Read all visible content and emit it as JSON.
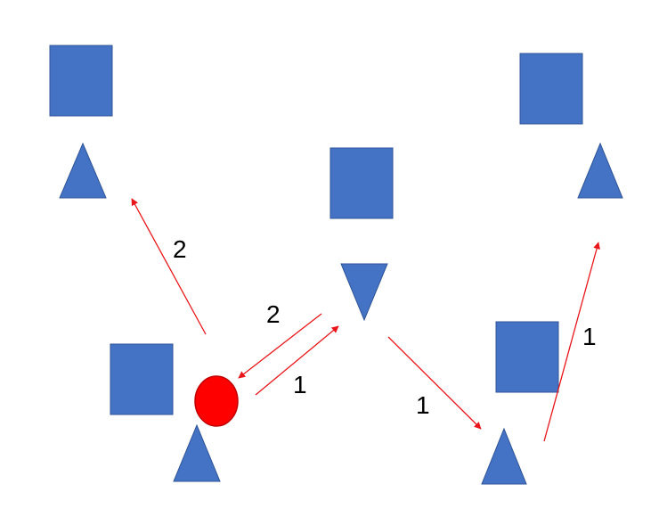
{
  "colors": {
    "shape_fill": "#4472C4",
    "shape_stroke": "#2F5597",
    "circle_fill": "#FF0000",
    "circle_stroke": "#C00000",
    "arrow": "#E8161A",
    "label": "#000000"
  },
  "labels": {
    "arrow_up_left": "2",
    "arrow_mid_back": "2",
    "arrow_mid_forward": "1",
    "arrow_down_right": "1",
    "arrow_up_right": "1"
  }
}
